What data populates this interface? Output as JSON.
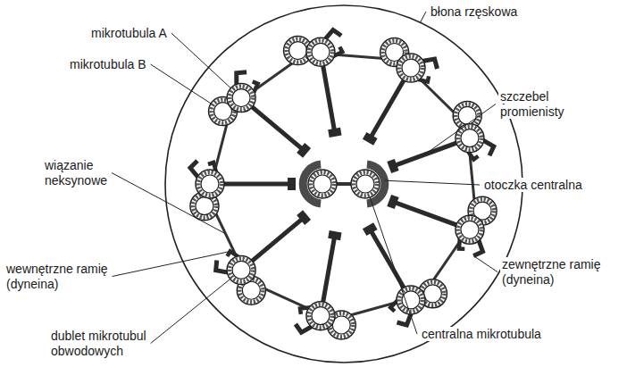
{
  "diagram": {
    "labels": [
      "błona rzęskowa",
      "mikrotubula A",
      "mikrotubula B",
      "szczebel promienisty",
      "wiązanie neksynowe",
      "otoczka centralna",
      "zewnętrzne ramię (dyneina)",
      "wewnętrzne ramię (dyneina)",
      "centralna mikrotubula",
      "dublet mikrotubul obwodowych"
    ]
  }
}
